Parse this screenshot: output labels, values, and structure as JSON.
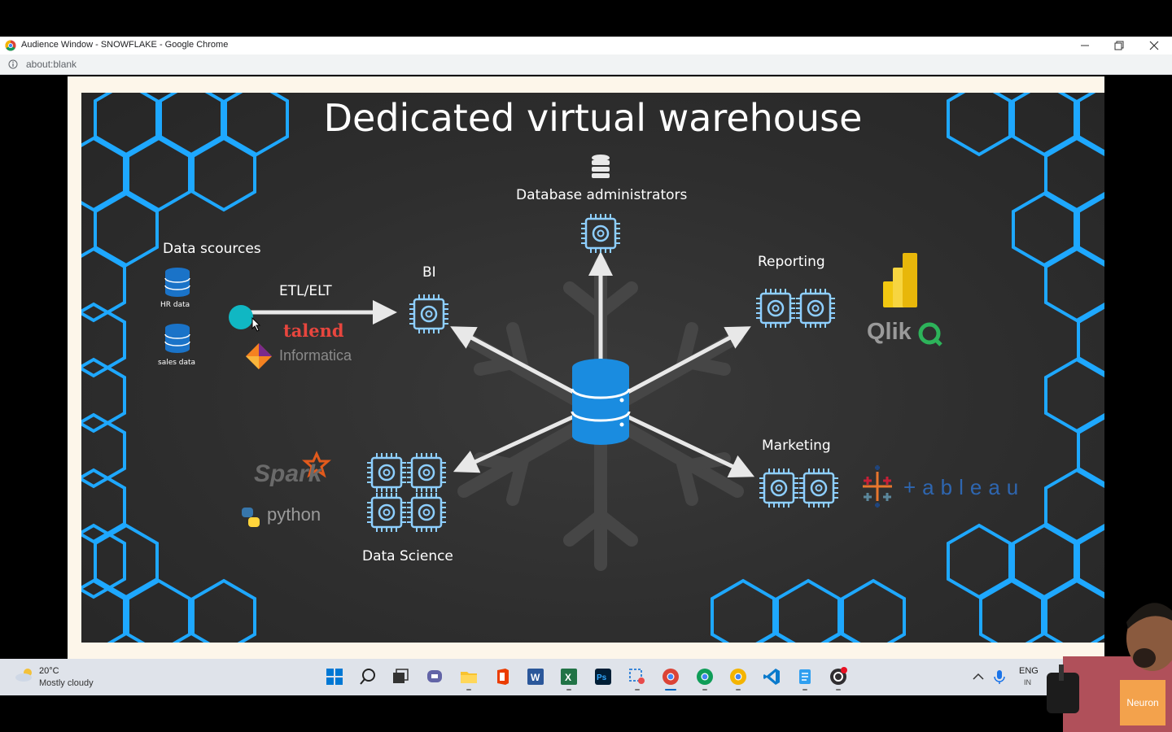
{
  "window": {
    "title": "Audience Window - SNOWFLAKE - Google Chrome",
    "url": "about:blank"
  },
  "slide": {
    "title": "Dedicated virtual warehouse",
    "data_sources_label": "Data scources",
    "hr_data_label": "HR data",
    "sales_data_label": "sales data",
    "etl_label": "ETL/ELT",
    "talend_label": "talend",
    "informatica_label": "Informatica",
    "bi_label": "BI",
    "dba_label": "Database administrators",
    "reporting_label": "Reporting",
    "marketing_label": "Marketing",
    "data_science_label": "Data Science",
    "spark_label": "Spark",
    "python_label": "python",
    "qlik_label": "Qlik",
    "tableau_label": "+ableau",
    "accent_color": "#1ea8ff"
  },
  "taskbar": {
    "weather_temp": "20°C",
    "weather_desc": "Mostly cloudy",
    "language": "ENG",
    "language_region": "IN",
    "apps": [
      "start",
      "search",
      "task-view",
      "teams-chat",
      "file-explorer",
      "office",
      "word",
      "excel",
      "photoshop",
      "snipping-tool",
      "chrome",
      "chrome-profile-2",
      "chrome-profile-3",
      "vscode",
      "notepad",
      "obs"
    ]
  },
  "overlay": {
    "brand_badge": "Neuron"
  }
}
